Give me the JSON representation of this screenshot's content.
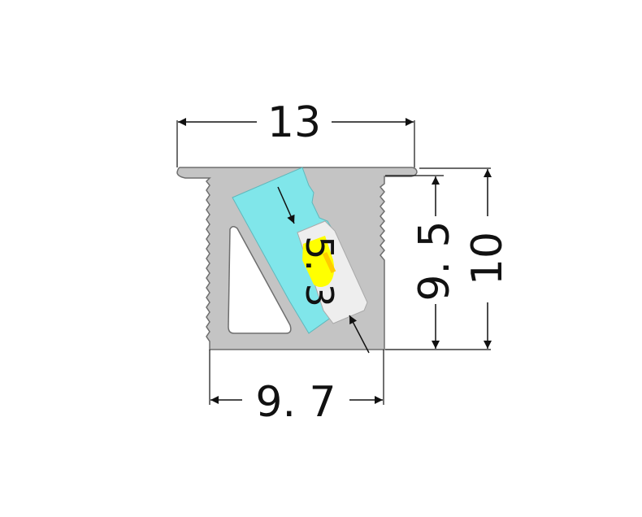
{
  "dimensions": {
    "top_width": "13",
    "bottom_width": "9. 7",
    "inner_height": "9. 5",
    "total_height": "10",
    "led_width": "5. 3"
  },
  "colors": {
    "profile": "#c4c4c4",
    "profile_stroke": "#6e6e6e",
    "diffuser": "#80e6ea",
    "led_strip": "#eeeeee",
    "led_chip": "#ffff00",
    "dimension_line": "#111111"
  }
}
